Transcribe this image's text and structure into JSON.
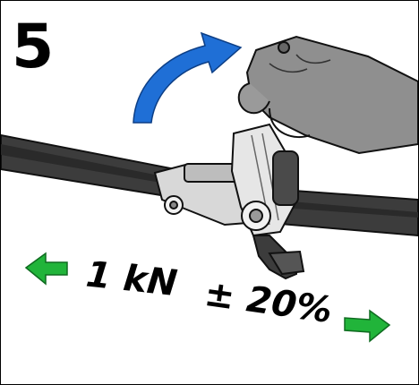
{
  "step_number": "5",
  "force_value": "1 kN",
  "tolerance": "± 20%",
  "colors": {
    "rotation_arrow": "#1f6fd6",
    "tension_arrows": "#21b43a",
    "strap": "#3c3c3c",
    "hand": "#8f8f8f",
    "ratchet_metal": "#dcdcdc",
    "outline": "#111111"
  },
  "icons": {
    "rotation": "curved-arrow-clockwise",
    "tension_left": "arrow-left",
    "tension_right": "arrow-right"
  }
}
